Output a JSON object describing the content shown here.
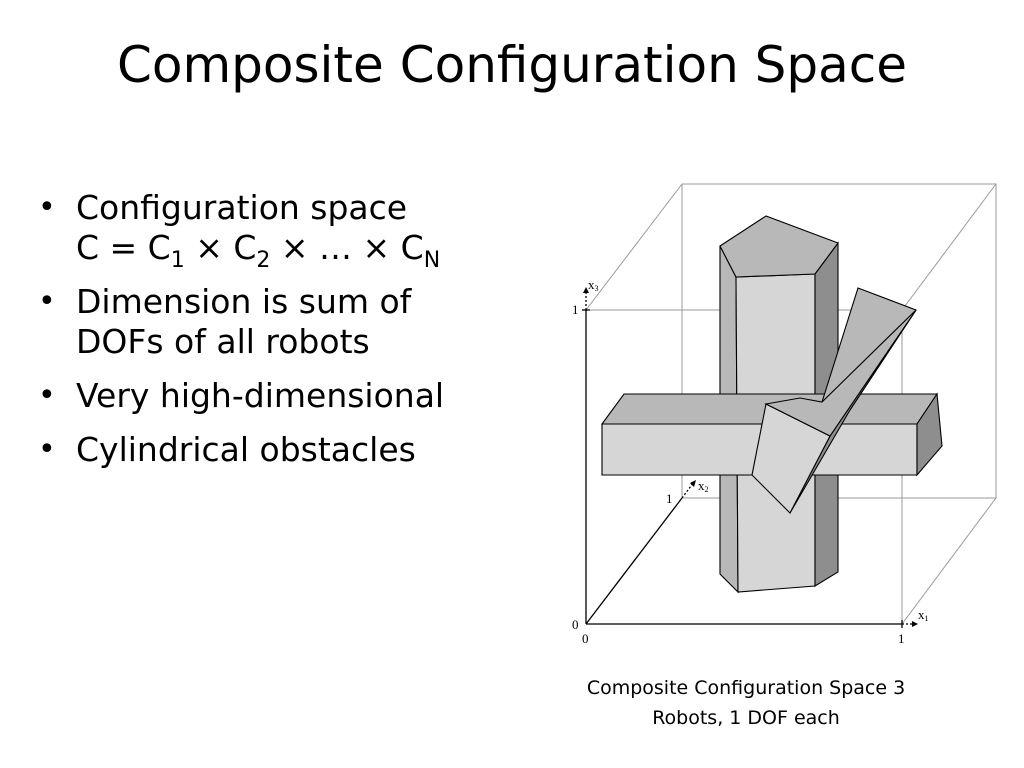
{
  "slide": {
    "title": "Composite Configuration Space",
    "bullets": {
      "item1": {
        "line1": "Configuration space",
        "formula": {
          "c": "C = C",
          "s1": "1",
          "x1": " × C",
          "s2": "2",
          "x2": " × … × C",
          "sN": "N"
        }
      },
      "item2": {
        "line1": "Dimension is sum of",
        "line2": "DOFs of all robots"
      },
      "item3": "Very high-dimensional",
      "item4": "Cylindrical obstacles"
    },
    "caption": {
      "line1": "Composite Configuration Space 3",
      "line2": "Robots, 1 DOF each"
    }
  },
  "figure": {
    "axis_labels": {
      "x1": "x",
      "x1_sub": "1",
      "x2": "x",
      "x2_sub": "2",
      "x3": "x",
      "x3_sub": "3"
    },
    "ticks": {
      "origin_y": "0",
      "origin_x": "0",
      "x1_one": "1",
      "x3_one": "1",
      "x2_one": "1"
    },
    "colors": {
      "face_light": "#d6d6d6",
      "face_mid": "#b8b8b8",
      "face_dark": "#8e8e8e",
      "line": "#000000",
      "cube": "#9a9a9a"
    }
  }
}
